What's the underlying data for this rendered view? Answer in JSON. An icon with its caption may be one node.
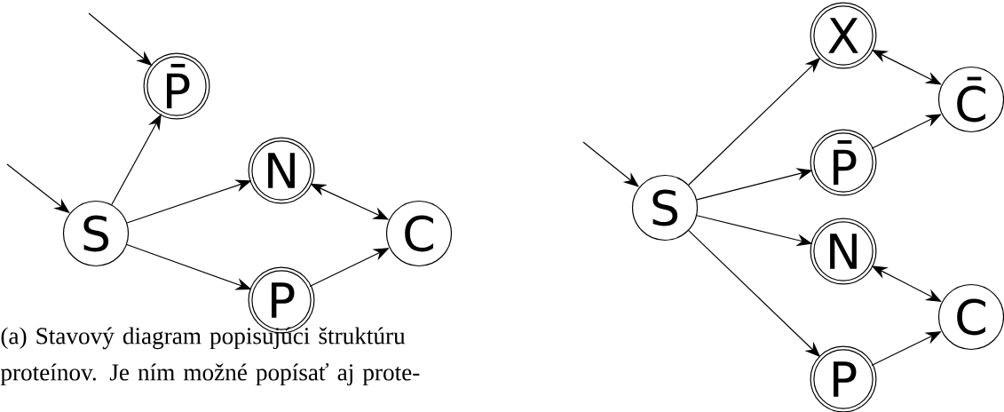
{
  "diagram": {
    "caption": "(a) Stavový diagram popisujúci štruktúru proteínov. Je ním možné popísať aj prote-",
    "nodes": [
      {
        "text": [
          "P̄"
        ]
      },
      {
        "text": [
          "N"
        ]
      },
      {
        "text": [
          "S"
        ]
      },
      {
        "text": [
          "C"
        ]
      },
      {
        "text": [
          "P"
        ]
      },
      {
        "text": [
          "X"
        ]
      },
      {
        "text": [
          "C̄"
        ]
      },
      {
        "text": [
          "P̄"
        ]
      },
      {
        "text": [
          "S"
        ]
      },
      {
        "text": [
          "N"
        ]
      },
      {
        "text": [
          "C"
        ]
      },
      {
        "text": [
          "P"
        ]
      }
    ],
    "edges": [
      {
        "from": null,
        "to": 0,
        "arrow": "to"
      },
      {
        "from": null,
        "to": 2,
        "arrow": "to"
      },
      {
        "from": 2,
        "to": 0,
        "arrow": "to"
      },
      {
        "from": 2,
        "to": 1,
        "arrow": "to"
      },
      {
        "from": 2,
        "to": 4,
        "arrow": "to"
      },
      {
        "from": 1,
        "to": 3,
        "arrow": "both"
      },
      {
        "from": 4,
        "to": 3,
        "arrow": "to"
      },
      {
        "from": null,
        "to": 8,
        "arrow": "to"
      },
      {
        "from": 8,
        "to": 5,
        "arrow": "to"
      },
      {
        "from": 8,
        "to": 7,
        "arrow": "to"
      },
      {
        "from": 8,
        "to": 9,
        "arrow": "to"
      },
      {
        "from": 8,
        "to": 11,
        "arrow": "to"
      },
      {
        "from": 5,
        "to": 6,
        "arrow": "both"
      },
      {
        "from": 7,
        "to": 6,
        "arrow": "to"
      },
      {
        "from": 9,
        "to": 10,
        "arrow": "both"
      },
      {
        "from": 11,
        "to": 10,
        "arrow": "to"
      }
    ]
  }
}
